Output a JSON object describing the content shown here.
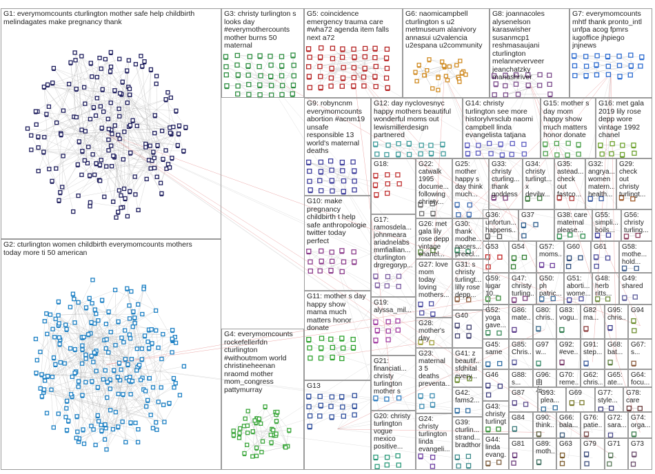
{
  "groups": [
    {
      "id": "G1",
      "text": "G1: everymomcounts cturlington mother safe help childbirth\nmelindagates make pregnancy thank",
      "color": "#1c1c5c",
      "n": 170,
      "layout": "cluster"
    },
    {
      "id": "G2",
      "text": "G2: cturlington women childbirth everymomcounts mothers\ntoday more ti 50 american",
      "color": "#1a7fc4",
      "n": 210,
      "layout": "cluster"
    },
    {
      "id": "G3",
      "text": "G3: christy turlington s\nlooks day\n#everymothercounts\nmother burns 50\nmaternal",
      "color": "#2b8c3e",
      "n": 60,
      "layout": "grid"
    },
    {
      "id": "G4",
      "text": "G4: everymomcounts\nrockefellerfdn\ncturlington\n#withoutmom world\nchristineheenan\nnraomd mother\nmom_congress\npattymurray",
      "color": "#3aa63a",
      "n": 40,
      "layout": "cluster"
    },
    {
      "id": "G5",
      "text": "G5: coincidence\nemergency trauma care\n#wha72 agenda item falls\nnext a72",
      "color": "#b52020",
      "n": 40,
      "layout": "grid"
    },
    {
      "id": "G6",
      "text": "G6: naomicampbell\ncturlington s u2\nmetmuseum alanivory\nannasui u2valencia\nu2espana u2community",
      "color": "#d08a20",
      "n": 25,
      "layout": "cluster"
    },
    {
      "id": "G8",
      "text": "G8: joannacoles\nalysenelson\nkaraswisher\nsusanmcp1\nreshmasaujani\ncturlington\nmelanneverveer\njeanchatzky\nmariashriver",
      "color": "#7a4a8a",
      "n": 22,
      "layout": "grid"
    },
    {
      "id": "G7",
      "text": "G7: everymomcounts\nmhtf thank pronto_intl\nunfpa acog fpmrs\niugoffice jhpiego\njnjnews",
      "color": "#2a6ad0",
      "n": 20,
      "layout": "grid"
    },
    {
      "id": "G9",
      "text": "G9: robyncnm\neverymomcounts\nabortion #acnm19\nunsafe\nresponsible 13\nworld's maternal\ndeaths",
      "color": "#3a3a9a",
      "n": 20,
      "layout": "grid"
    },
    {
      "id": "G12",
      "text": "G12: day nyclovesnyc\nhappy mothers beautiful\nwonderful moms out\nlewismillerdesign\npartnered",
      "color": "#3a9a9a",
      "n": 16,
      "layout": "grid"
    },
    {
      "id": "G14",
      "text": "G14: christy\nturlington see more\nhistorylvrsclub naomi\ncampbell linda\nevangelista tatjana",
      "color": "#5a5ac0",
      "n": 12,
      "layout": "grid"
    },
    {
      "id": "G15",
      "text": "G15: mother s\nday mom\nhappy show\nmuch matters\nhonor donate",
      "color": "#4aa04a",
      "n": 10,
      "layout": "grid"
    },
    {
      "id": "G16",
      "text": "G16: met gala\n2019 lily rose\ndepp wore\nvintage 1992\nchanel",
      "color": "#6aa02a",
      "n": 8,
      "layout": "grid"
    },
    {
      "id": "G10",
      "text": "G10: make\npregnancy\nchildbirth t help\nsafe anthropologie\ntwitter today\nperfect",
      "color": "#8a3a8a",
      "n": 14,
      "layout": "grid"
    },
    {
      "id": "G11",
      "text": "G11: mother s day\nhappy show\nmama much\nmatters honor\ndonate",
      "color": "#2aa02a",
      "n": 14,
      "layout": "grid"
    },
    {
      "id": "G13",
      "text": "G13",
      "color": "#2a4a9a",
      "n": 16,
      "layout": "grid"
    },
    {
      "id": "G18",
      "text": "G18:",
      "color": "#c03030",
      "n": 8,
      "layout": "grid"
    },
    {
      "id": "G17",
      "text": "G17:\nramosdela...\njohnmeara\nariadnelabs\nmmfiallian...\ncturlington\ndrgregoryp...",
      "color": "#7a5aa0",
      "n": 8,
      "layout": "grid"
    },
    {
      "id": "G19",
      "text": "G19:\nalyssa_mil...",
      "color": "#a03aa0",
      "n": 8,
      "layout": "grid"
    },
    {
      "id": "G21",
      "text": "G21:\nfinanciati...\nchristy\nturlington\nmother s",
      "color": "#2a7ac0",
      "n": 6,
      "layout": "grid"
    },
    {
      "id": "G20",
      "text": "G20: christy\nturlington\nvogue\nmexico\npositive...",
      "color": "#2a9a7a",
      "n": 6,
      "layout": "grid"
    },
    {
      "id": "G22",
      "text": "G22:\ncatwalk\n1995\ndocume...\nfollowing\nchristy...",
      "color": "#6a6a6a",
      "n": 6,
      "layout": "grid"
    },
    {
      "id": "G26",
      "text": "G26: met\ngala lily\nrose depp\nvintage\nchanel...",
      "color": "#5a8a3a",
      "n": 5,
      "layout": "grid"
    },
    {
      "id": "G27",
      "text": "G27: love\nmom\ntoday\nloving\nmothers...",
      "color": "#4a4aa0",
      "n": 5,
      "layout": "grid"
    },
    {
      "id": "G28",
      "text": "G28:\nmother's\nday",
      "color": "#a0a03a",
      "n": 5,
      "layout": "grid"
    },
    {
      "id": "G23",
      "text": "G23:\nmaternal\n3 5\ndeaths\npreventa...",
      "color": "#3a8ab0",
      "n": 5,
      "layout": "grid"
    },
    {
      "id": "G24",
      "text": "G24:\nchristy\nturlington\nlinda\nevangeli...",
      "color": "#6a3aa0",
      "n": 5,
      "layout": "grid"
    },
    {
      "id": "G25",
      "text": "G25:\nmother\nhappy s\nday think\nmuch...",
      "color": "#3a6ab0",
      "n": 5,
      "layout": "grid"
    },
    {
      "id": "G30",
      "text": "G30:\nthank\nmodhe...\nnacers...\npreecl...",
      "color": "#2a8a5a",
      "n": 5,
      "layout": "grid"
    },
    {
      "id": "G31",
      "text": "G31: s\nchristy\nturlingt...\nlilly rose\ndepp...",
      "color": "#8a5a3a",
      "n": 4,
      "layout": "grid"
    },
    {
      "id": "G40",
      "text": "G40",
      "color": "#3a3a6a",
      "n": 4,
      "layout": "grid"
    },
    {
      "id": "G41",
      "text": "G41: z\nbeautif...\nsfdhital\nevery...",
      "color": "#6a8a2a",
      "n": 4,
      "layout": "grid"
    },
    {
      "id": "G42",
      "text": "G42:\nfams2...",
      "color": "#2a6aa0",
      "n": 4,
      "layout": "grid"
    },
    {
      "id": "G39",
      "text": "G39:\ncturlin...\nstrand...\nbradthor",
      "color": "#3a8a8a",
      "n": 4,
      "layout": "grid"
    },
    {
      "id": "G33",
      "text": "G33:\nchristy\ncturling...\nthank\ngoddess",
      "color": "#7a3a7a",
      "n": 4,
      "layout": "grid"
    },
    {
      "id": "G34",
      "text": "G34:\nchristy\nturlingt...\nx\ndevilw...",
      "color": "#3a7a3a",
      "n": 4,
      "layout": "grid"
    },
    {
      "id": "G35",
      "text": "G35:\nastead...\ncheck\nout\nfastco...",
      "color": "#b03a3a",
      "n": 4,
      "layout": "grid"
    },
    {
      "id": "G32",
      "text": "G32:\nangrya...\nwomen\nmatern...\nhealth...",
      "color": "#3a5aa0",
      "n": 4,
      "layout": "grid"
    },
    {
      "id": "G29",
      "text": "G29:\ncheck\nout\nchristy\nturlingt...",
      "color": "#a05a2a",
      "n": 4,
      "layout": "grid"
    },
    {
      "id": "G36",
      "text": "G36:\nunfortun...\nhappens...",
      "color": "#5a5a5a",
      "n": 3,
      "layout": "grid"
    },
    {
      "id": "G37",
      "text": "G37",
      "color": "#2a5a8a",
      "n": 3,
      "layout": "grid"
    },
    {
      "id": "G38",
      "text": "G38: care\nmaternal\nplease...",
      "color": "#2a8a4a",
      "n": 3,
      "layout": "grid"
    },
    {
      "id": "G55",
      "text": "G55:\nsimpli...\nboils...",
      "color": "#3a3a9a",
      "n": 3,
      "layout": "grid"
    },
    {
      "id": "G56",
      "text": "G56:\nchristy\nturling...",
      "color": "#8a3a5a",
      "n": 3,
      "layout": "grid"
    },
    {
      "id": "G53",
      "text": "G53",
      "color": "#c02020",
      "n": 3,
      "layout": "grid"
    },
    {
      "id": "G54",
      "text": "G54",
      "color": "#2a7a2a",
      "n": 3,
      "layout": "grid"
    },
    {
      "id": "G57",
      "text": "G57:\nmoms...",
      "color": "#6a3a9a",
      "n": 3,
      "layout": "grid"
    },
    {
      "id": "G60",
      "text": "G60",
      "color": "#2a4a7a",
      "n": 3,
      "layout": "grid"
    },
    {
      "id": "G61",
      "text": "G61",
      "color": "#4a4a9a",
      "n": 3,
      "layout": "grid"
    },
    {
      "id": "G58",
      "text": "G58:\nmothe...\nhold...",
      "color": "#3a5a8a",
      "n": 3,
      "layout": "grid"
    },
    {
      "id": "G59",
      "text": "G59:\nlugar\n10...",
      "color": "#3a8a3a",
      "n": 3,
      "layout": "grid"
    },
    {
      "id": "G47",
      "text": "G47:\nchristy\nturling...",
      "color": "#7a3a7a",
      "n": 3,
      "layout": "grid"
    },
    {
      "id": "G50",
      "text": "G50:\nph\npatric...",
      "color": "#3a6a9a",
      "n": 3,
      "layout": "grid"
    },
    {
      "id": "G51",
      "text": "G51:\naborti...\nwome...",
      "color": "#4a4a9a",
      "n": 3,
      "layout": "grid"
    },
    {
      "id": "G48",
      "text": "G48:\nherb\nritts...",
      "color": "#6a8a3a",
      "n": 3,
      "layout": "grid"
    },
    {
      "id": "G49",
      "text": "G49:\nshared",
      "color": "#5a5a9a",
      "n": 3,
      "layout": "grid"
    },
    {
      "id": "G52",
      "text": "G52:\nyoga\ngave...",
      "color": "#3a8a5a",
      "n": 3,
      "layout": "grid"
    },
    {
      "id": "G45",
      "text": "G45:\nsame",
      "color": "#2a6aa0",
      "n": 3,
      "layout": "grid"
    },
    {
      "id": "G46",
      "text": "G46",
      "color": "#3a3a7a",
      "n": 3,
      "layout": "grid"
    },
    {
      "id": "G43",
      "text": "G43:\nchristy\nturlingt...",
      "color": "#2a8a2a",
      "n": 3,
      "layout": "grid"
    },
    {
      "id": "G44",
      "text": "G44:\nlinda\nevang...",
      "color": "#7a5a3a",
      "n": 3,
      "layout": "grid"
    },
    {
      "id": "G86",
      "text": "G86:\nmate...",
      "color": "#5a3a8a",
      "n": 2,
      "layout": "grid"
    },
    {
      "id": "G80",
      "text": "G80:\nchris...",
      "color": "#3a6a8a",
      "n": 2,
      "layout": "grid"
    },
    {
      "id": "G83",
      "text": "G83:\nvogu...",
      "color": "#2a7a4a",
      "n": 2,
      "layout": "grid"
    },
    {
      "id": "G82",
      "text": "G82\nma...",
      "color": "#8a3a3a",
      "n": 2,
      "layout": "grid"
    },
    {
      "id": "G95",
      "text": "G95:\nchris...",
      "color": "#3a3a8a",
      "n": 2,
      "layout": "grid"
    },
    {
      "id": "G94",
      "text": "G94",
      "color": "#6a8a2a",
      "n": 2,
      "layout": "grid"
    },
    {
      "id": "G85",
      "text": "G85:\nChris...",
      "color": "#5a5a9a",
      "n": 2,
      "layout": "grid"
    },
    {
      "id": "G97",
      "text": "G97\nw...",
      "color": "#3a8a6a",
      "n": 2,
      "layout": "grid"
    },
    {
      "id": "G92",
      "text": "G92:\n#eve...",
      "color": "#7a3a6a",
      "n": 2,
      "layout": "grid"
    },
    {
      "id": "G91",
      "text": "G91:\nstep...",
      "color": "#3a5a9a",
      "n": 2,
      "layout": "grid"
    },
    {
      "id": "G68",
      "text": "G68:\nbat...",
      "color": "#5a7a3a",
      "n": 2,
      "layout": "grid"
    },
    {
      "id": "G67",
      "text": "G67:\ns...",
      "color": "#8a5a3a",
      "n": 2,
      "layout": "grid"
    },
    {
      "id": "G88",
      "text": "G88:\ns...",
      "color": "#3a6a7a",
      "n": 2,
      "layout": "grid"
    },
    {
      "id": "G96",
      "text": "G96:\n由左...",
      "color": "#6a3a9a",
      "n": 2,
      "layout": "grid"
    },
    {
      "id": "G70",
      "text": "G70:\nreme...",
      "color": "#3a7a5a",
      "n": 2,
      "layout": "grid"
    },
    {
      "id": "G62",
      "text": "G62:\nchris...",
      "color": "#2a4a8a",
      "n": 2,
      "layout": "grid"
    },
    {
      "id": "G65",
      "text": "G65:\nate...",
      "color": "#8a3a4a",
      "n": 2,
      "layout": "grid"
    },
    {
      "id": "G64",
      "text": "G64:\nfocu...",
      "color": "#4a8a3a",
      "n": 2,
      "layout": "grid"
    },
    {
      "id": "G87",
      "text": "G87",
      "color": "#5a4a8a",
      "n": 2,
      "layout": "grid"
    },
    {
      "id": "G93",
      "text": "G93:\nplea...",
      "color": "#2a6a9a",
      "n": 2,
      "layout": "grid"
    },
    {
      "id": "G69",
      "text": "G69",
      "color": "#7a7a2a",
      "n": 2,
      "layout": "grid"
    },
    {
      "id": "G77",
      "text": "G77:\nstyle...",
      "color": "#3a3a7a",
      "n": 2,
      "layout": "grid"
    },
    {
      "id": "G78",
      "text": "G78:\ncare",
      "color": "#6a3a3a",
      "n": 2,
      "layout": "grid"
    },
    {
      "id": "G84",
      "text": "G84",
      "color": "#3a7a7a",
      "n": 2,
      "layout": "grid"
    },
    {
      "id": "G90",
      "text": "G90:\nthink...",
      "color": "#5a5a3a",
      "n": 2,
      "layout": "grid"
    },
    {
      "id": "G66",
      "text": "G66:\nbala...",
      "color": "#3a5a7a",
      "n": 2,
      "layout": "grid"
    },
    {
      "id": "G76",
      "text": "G76:\npatie...",
      "color": "#7a4a4a",
      "n": 2,
      "layout": "grid"
    },
    {
      "id": "G72",
      "text": "G72:\nsara...",
      "color": "#4a4a8a",
      "n": 2,
      "layout": "grid"
    },
    {
      "id": "G74",
      "text": "G74:\norga...",
      "color": "#3a7a4a",
      "n": 2,
      "layout": "grid"
    },
    {
      "id": "G81",
      "text": "G81",
      "color": "#6a3a7a",
      "n": 2,
      "layout": "grid"
    },
    {
      "id": "G89",
      "text": "G89:\nmoth...",
      "color": "#3a6a5a",
      "n": 2,
      "layout": "grid"
    },
    {
      "id": "G63",
      "text": "G63",
      "color": "#7a5a2a",
      "n": 2,
      "layout": "grid"
    },
    {
      "id": "G79",
      "text": "G79",
      "color": "#3a4a7a",
      "n": 2,
      "layout": "grid"
    },
    {
      "id": "G71",
      "text": "G71",
      "color": "#5a7a5a",
      "n": 2,
      "layout": "grid"
    },
    {
      "id": "G73",
      "text": "G73",
      "color": "#6a4a6a",
      "n": 2,
      "layout": "grid"
    }
  ],
  "colors": {
    "edge": "#b8b8b8",
    "intergroup_edge": "#d23c3c",
    "border": "#9a9a9a"
  }
}
